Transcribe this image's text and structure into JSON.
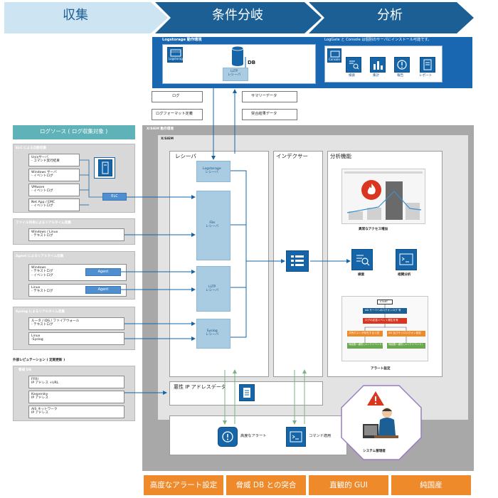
{
  "header": {
    "phases": [
      "収集",
      "条件分岐",
      "分析"
    ]
  },
  "top_panel": {
    "logstorage_env": "Logstorage 動作環境",
    "logstorage_icon_label": "Logstorage",
    "db": "DB",
    "lltp_receiver": "LLTP\nレシーバ",
    "logstorage_note": "LogGate と Console は個別のサーバにインストール可能です。",
    "console_icon_label": "Console",
    "functions": [
      "検索",
      "集計",
      "報告",
      "レポート"
    ]
  },
  "flow_labels": {
    "log": "ログ",
    "summary_data": "サマリーデータ",
    "log_format_def": "ログフォーマット定義",
    "match_result_data": "突合結果データ"
  },
  "log_sources": {
    "title": "ログソース ( ログ収集対象 )",
    "groups": [
      {
        "title": "ELC による自動収集",
        "items": [
          "Unixサーバ\n- コマンド実行結果",
          "Windows サーバ\n- イベントログ",
          "VMware\n- イベントログ",
          "Net App / EMC\n- イベントログ"
        ],
        "elc": "ELC"
      },
      {
        "title": "ファイル共有によるリアルタイム収集",
        "items": [
          "Windows / Linux\n- テキストログ"
        ]
      },
      {
        "title": "Agent によるリアルタイム収集",
        "items": [
          "Windows\n- テキストログ\n- イベントログ",
          "Linux\n- テキストログ"
        ],
        "agent": "Agent"
      },
      {
        "title": "Syslog によるリアルタイム収集",
        "items": [
          "ルータ / IDS / ファイアウォール\n- テキストログ",
          "Linux\n-Syslog"
        ]
      }
    ],
    "external_title": "外部レピュテーション ( 定期更新 )",
    "threat_db_title": "脅威 DB",
    "threat_db_items": [
      "FFRI\nIP アドレス +URL",
      "Kaspersky\nIP アドレス",
      "AIS ネットワーク\nIP アドレス"
    ]
  },
  "xsiem": {
    "env_label": "X/SIEM 動作環境",
    "label": "X/SIEM",
    "receiver_title": "レシーバ",
    "receivers": [
      "Logstorage\nレシーバ",
      "File\nレシーバ",
      "LLTP\nレシーバ",
      "Syslog\nレシーバ"
    ],
    "indexer_title": "インデクサー",
    "analysis_title": "分析機能",
    "abnormal_access": "異常なアクセス増加",
    "search": "検索",
    "correlation": "相関分析",
    "alert_settings": "アラート設定",
    "flow": {
      "start": "START",
      "step1": "AD サーバへのログオンログ 有",
      "step2": "ログの応答イベント発生を有",
      "branch_left": "共有ホストが存在すると回",
      "branch_right": "AD 及びサイロログオン設定",
      "result_left": "他経路へ通知 (メンテイベント)",
      "result_right": "他経路へ通知 (メンテイベント)"
    },
    "malicious_ip": "悪性 IP アドレスデータ",
    "advanced_alert": "高度なアラート",
    "command_apply": "コマンド適用",
    "admin": "システム管理者"
  },
  "features": [
    "高度なアラート設定",
    "脅威 DB との突合",
    "直観的 GUI",
    "純国産"
  ],
  "colors": {
    "header_dark": "#1b5f95",
    "header_light": "#cde4f3",
    "tile_blue": "#1565a8",
    "receiver_pale": "#a9cce3",
    "orange": "#ef8a2a",
    "purple": "#9b7cc3",
    "green_arrow": "#7bb583",
    "red_icon": "#d9351f"
  },
  "icons": [
    "db-cylinder-icon",
    "search-list-icon",
    "bar-chart-icon",
    "alert-icon",
    "report-icon",
    "server-icon",
    "document-icon",
    "terminal-icon",
    "fire-icon",
    "warning-icon",
    "person-icon"
  ]
}
